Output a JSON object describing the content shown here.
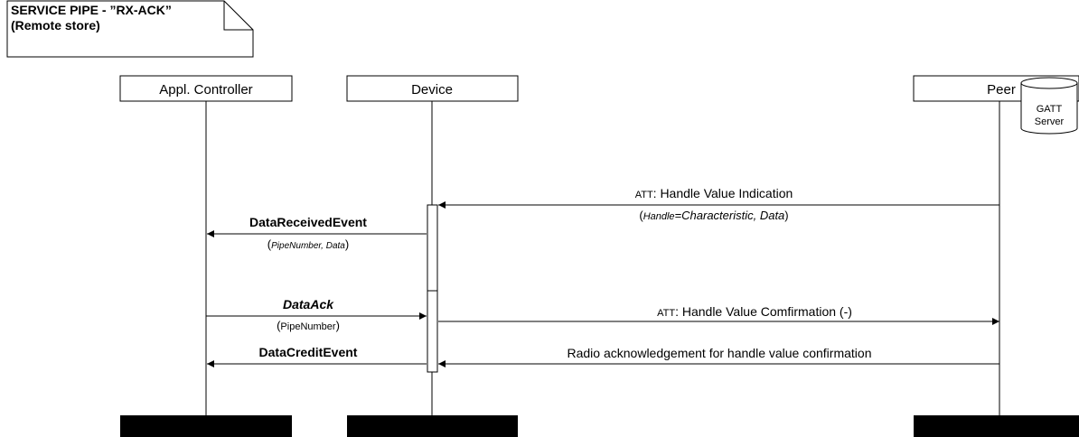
{
  "note": {
    "line1": "SERVICE PIPE - ”RX-ACK”",
    "line2": "(Remote store)"
  },
  "lifelines": {
    "controller": "Appl. Controller",
    "device": "Device",
    "peer": "Peer"
  },
  "gatt_server": {
    "line1": "GATT",
    "line2": "Server"
  },
  "messages": {
    "indication": {
      "prefix": "ATT",
      "text": ": Handle Value Indication",
      "params_open": "(",
      "params_handle": "Handle",
      "params_rest": "=Characteristic, Data",
      "params_close": ")"
    },
    "data_received": {
      "name": "DataReceivedEvent",
      "params_open": "(",
      "params": "PipeNumber, Data",
      "params_close": ")"
    },
    "data_ack": {
      "name": "DataAck",
      "params_open": "(",
      "params": "PipeNumber",
      "params_close": ")"
    },
    "confirmation": {
      "prefix": "ATT",
      "text": ": Handle Value Comfirmation (-)"
    },
    "data_credit": {
      "name": "DataCreditEvent"
    },
    "radio_ack": {
      "text": "Radio acknowledgement for handle value confirmation"
    }
  }
}
